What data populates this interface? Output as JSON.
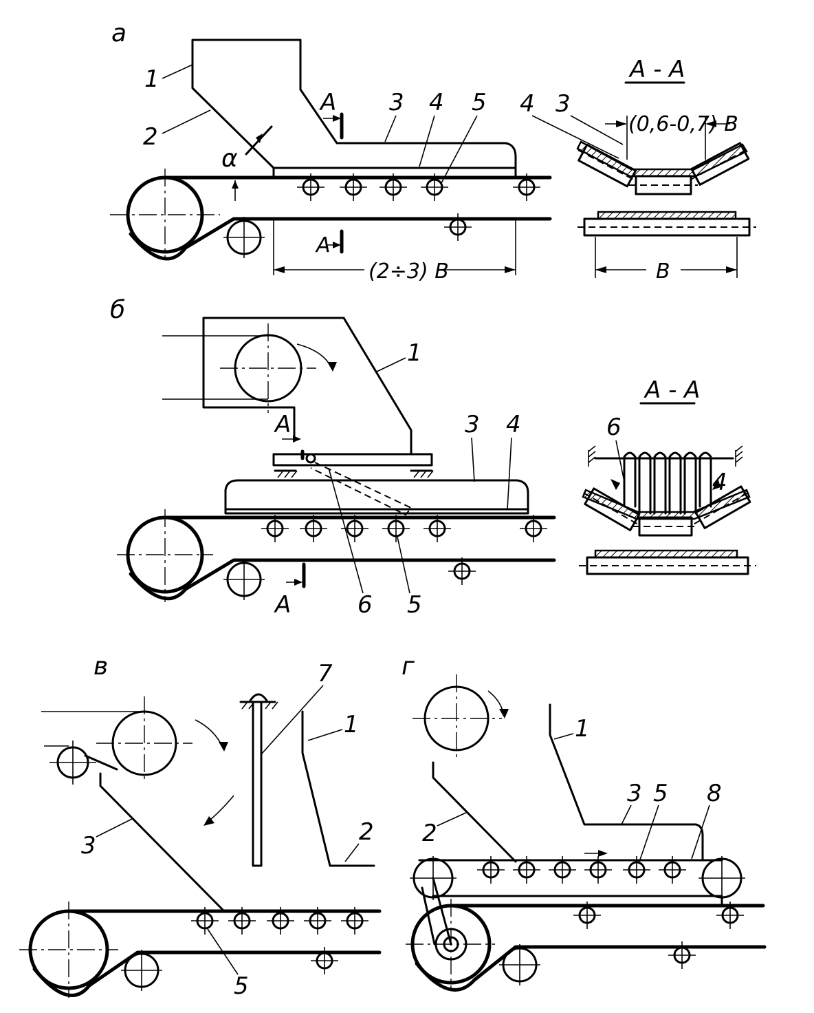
{
  "panels": {
    "a": {
      "letter": "а",
      "labels": [
        "1",
        "2",
        "3",
        "4",
        "5"
      ],
      "angle": "α",
      "section_mark": "А",
      "dimension": "(2÷3) B",
      "section": {
        "title": "А - А",
        "labels": [
          "4",
          "3"
        ],
        "top_dimension": "(0,6-0,7) B",
        "width": "B"
      }
    },
    "b": {
      "letter": "б",
      "labels": [
        "1",
        "3",
        "4",
        "6",
        "5"
      ],
      "section_mark": "А",
      "section": {
        "title": "А - А",
        "labels": [
          "6",
          "4"
        ]
      }
    },
    "v": {
      "letter": "в",
      "labels": [
        "7",
        "1",
        "2",
        "3",
        "5"
      ]
    },
    "g": {
      "letter": "г",
      "labels": [
        "1",
        "3",
        "5",
        "8",
        "2"
      ]
    }
  }
}
